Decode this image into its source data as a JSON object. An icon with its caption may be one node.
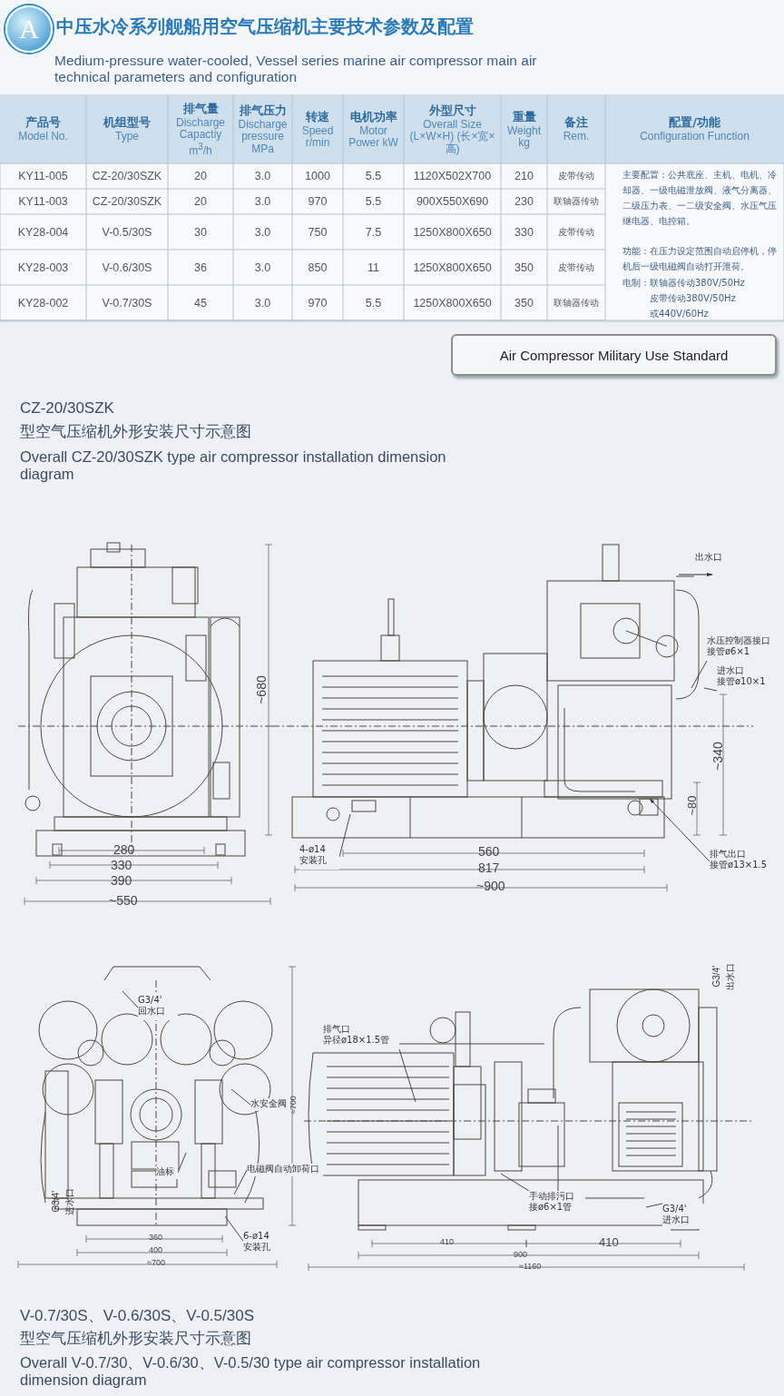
{
  "diagram": {
    "title": "中压水冷系列舰船用空气压缩机主要技术参数及配置",
    "nodes": [
      {
        "text": [
          "A"
        ]
      },
      {
        "text": [
          "Air Compressor Military Use Standard"
        ]
      },
      {
        "text": [
          "水压控制器接口",
          "接管ø6×1"
        ]
      },
      {
        "text": [
          "进水口",
          "接管ø10×1"
        ]
      },
      {
        "text": [
          "排气出口",
          "接管ø13×1.5"
        ]
      },
      {
        "text": [
          "4-ø14",
          "安装孔"
        ]
      },
      {
        "text": [
          "G3/4'",
          "回水口"
        ]
      },
      {
        "text": [
          "水安全阀"
        ]
      },
      {
        "text": [
          "油标"
        ]
      },
      {
        "text": [
          "电磁阀自动卸荷口"
        ]
      },
      {
        "text": [
          "6-ø14",
          "安装孔"
        ]
      },
      {
        "text": [
          "排气口",
          "异径ø18×1.5管"
        ]
      },
      {
        "text": [
          "手动排污口",
          "接ø6×1管"
        ]
      },
      {
        "text": [
          "G3/4'",
          "进水口"
        ]
      }
    ],
    "edges": [
      {
        "from": 2,
        "to": null,
        "arrow": "none"
      },
      {
        "from": 3,
        "to": null,
        "arrow": "none"
      },
      {
        "from": 4,
        "to": null,
        "arrow": "to"
      },
      {
        "from": 5,
        "to": null,
        "arrow": "none"
      },
      {
        "from": 6,
        "to": null,
        "arrow": "none"
      },
      {
        "from": 7,
        "to": null,
        "arrow": "none"
      },
      {
        "from": 8,
        "to": null,
        "arrow": "none"
      },
      {
        "from": 9,
        "to": null,
        "arrow": "none"
      },
      {
        "from": 10,
        "to": null,
        "arrow": "none"
      },
      {
        "from": 11,
        "to": null,
        "arrow": "none"
      },
      {
        "from": 12,
        "to": null,
        "arrow": "none"
      },
      {
        "from": 13,
        "to": null,
        "arrow": "none"
      }
    ],
    "labels": [
      "Medium-pressure water-cooled, Vessel series marine air compressor main air technical parameters and configuration",
      "产品号",
      "Model No.",
      "机组型号",
      "Type",
      "排气量",
      "Discharge Capactiy m$^{3}$/h",
      "排气压力",
      "Discharge pressure MPa",
      "转速",
      "Speed r/min",
      "电机功率",
      "Motor Power kW",
      "外型尺寸",
      "Overall Size (L×W×H) (长×宽×高)",
      "重量",
      "Weight kg",
      "备注",
      "Rem.",
      "配置/功能",
      "Configuration Function",
      "KY11-005",
      "CZ-20/30SZK",
      "20",
      "3.0",
      "1000",
      "5.5",
      "1120X502X700",
      "210",
      "皮带传动",
      "KY11-003",
      "CZ-20/30SZK",
      "20",
      "3.0",
      "970",
      "5.5",
      "900X550X690",
      "230",
      "联轴器传动",
      "KY28-004",
      "V-0.5/30S",
      "30",
      "3.0",
      "750",
      "7.5",
      "1250X800X650",
      "330",
      "皮带传动",
      "KY28-003",
      "V-0.6/30S",
      "36",
      "3.0",
      "850",
      "11",
      "1250X800X650",
      "350",
      "皮带传动",
      "KY28-002",
      "V-0.7/30S",
      "45",
      "3.0",
      "970",
      "5.5",
      "1250X800X650",
      "350",
      "联轴器传动",
      "主要配置：公共底座、主机、电机、冷却器、一级电磁泄放阀、液气分离器、二级压力表、一二级安全阀、水压气压继电器、电控箱。",
      "功能：在压力设定范围自动启停机，停机后一级电磁阀自动打开泄荷。",
      "电制：联轴器传动380V/50Hz",
      "皮带传动380V/50Hz",
      "或440V/60Hz",
      "CZ-20/30SZK",
      "型空气压缩机外形安装尺寸示意图",
      "Overall CZ-20/30SZK type air compressor installation dimension diagram",
      "280",
      "330",
      "390",
      "~550",
      "~680",
      "560",
      "817",
      "~900",
      "~340",
      "~80",
      "出水口",
      "G3/4'",
      "进水口",
      "360",
      "400",
      "≈700",
      "≈700",
      "G3/4'",
      "出水口",
      "410",
      "410",
      "900",
      "≈1160",
      "V-0.7/30S、V-0.6/30S、V-0.5/30S",
      "型空气压缩机外形安装尺寸示意图",
      "Overall V-0.7/30、V-0.6/30、V-0.5/30 type air compressor installation dimension diagram"
    ]
  }
}
